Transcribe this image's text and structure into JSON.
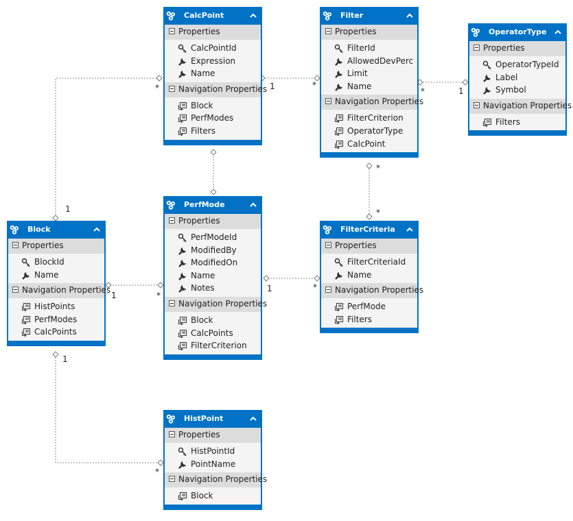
{
  "entities": {
    "calcpoint": {
      "title": "CalcPoint",
      "properties_label": "Properties",
      "properties": [
        "CalcPointId",
        "Expression",
        "Name"
      ],
      "navigation_label": "Navigation Properties",
      "navigation": [
        "Block",
        "PerfModes",
        "Filters"
      ]
    },
    "filter": {
      "title": "Filter",
      "properties_label": "Properties",
      "properties": [
        "FilterId",
        "AllowedDevPerc",
        "Limit",
        "Name"
      ],
      "navigation_label": "Navigation Properties",
      "navigation": [
        "FilterCriterion",
        "OperatorType",
        "CalcPoint"
      ]
    },
    "operatortype": {
      "title": "OperatorType",
      "properties_label": "Properties",
      "properties": [
        "OperatorTypeId",
        "Label",
        "Symbol"
      ],
      "navigation_label": "Navigation Properties",
      "navigation": [
        "Filters"
      ]
    },
    "perfmode": {
      "title": "PerfMode",
      "properties_label": "Properties",
      "properties": [
        "PerfModeId",
        "ModifiedBy",
        "ModifiedOn",
        "Name",
        "Notes"
      ],
      "navigation_label": "Navigation Properties",
      "navigation": [
        "Block",
        "CalcPoints",
        "FilterCriterion"
      ]
    },
    "block": {
      "title": "Block",
      "properties_label": "Properties",
      "properties": [
        "BlockId",
        "Name"
      ],
      "navigation_label": "Navigation Properties",
      "navigation": [
        "HistPoints",
        "PerfModes",
        "CalcPoints"
      ]
    },
    "filtercriteria": {
      "title": "FilterCriteria",
      "properties_label": "Properties",
      "properties": [
        "FilterCriteriaId",
        "Name"
      ],
      "navigation_label": "Navigation Properties",
      "navigation": [
        "PerfMode",
        "Filters"
      ]
    },
    "histpoint": {
      "title": "HistPoint",
      "properties_label": "Properties",
      "properties": [
        "HistPointId",
        "PointName"
      ],
      "navigation_label": "Navigation Properties",
      "navigation": [
        "Block"
      ]
    }
  },
  "multiplicities": {
    "calcpoint_filter_calcpoint_end": "1",
    "calcpoint_filter_filter_end": "*",
    "filter_operatortype_filter_end": "*",
    "filter_operatortype_operatortype_end": "1",
    "calcpoint_block_calcpoint_end": "*",
    "calcpoint_block_block_end": "1",
    "block_perfmode_block_end": "1",
    "block_perfmode_perfmode_end": "*",
    "perfmode_filtercriteria_perfmode_end": "1",
    "perfmode_filtercriteria_filtercriteria_end": "*",
    "filter_filtercriteria_filter_end": "*",
    "filter_filtercriteria_filtercriteria_end": "*",
    "block_histpoint_block_end": "1",
    "block_histpoint_histpoint_end": "*"
  },
  "colors": {
    "header": "#0072c6",
    "section": "#dcdcdc",
    "body": "#f4f4f4",
    "connector": "#8a8a8a"
  },
  "icons": {
    "entity": "entity-icon",
    "key": "key-icon",
    "property": "wrench-icon",
    "navigation": "navigation-icon",
    "collapse": "chevron-up-icon"
  }
}
